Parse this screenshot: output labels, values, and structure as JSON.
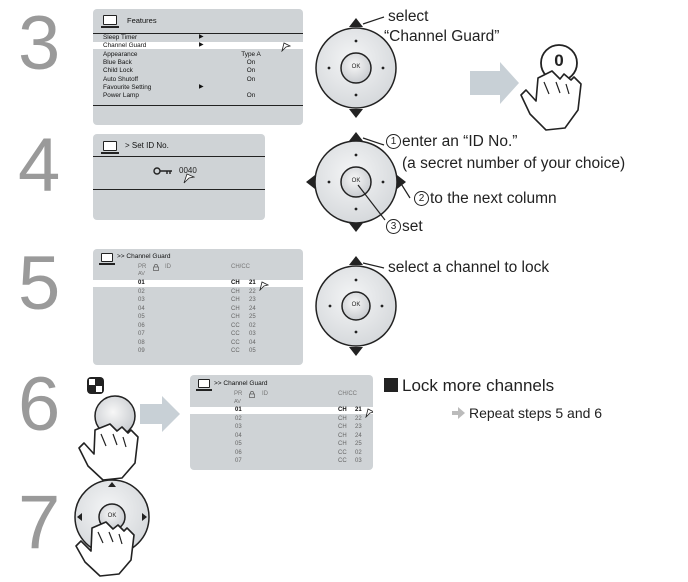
{
  "steps": {
    "s3": {
      "number": "3",
      "screen": {
        "title": "Features",
        "items": [
          {
            "label": "Sleep Timer",
            "value": "",
            "arrow": "▶"
          },
          {
            "label": "Channel Guard",
            "value": "",
            "arrow": "▶"
          },
          {
            "label": "Appearance",
            "value": "Type A",
            "arrow": ""
          },
          {
            "label": "Blue Back",
            "value": "On",
            "arrow": ""
          },
          {
            "label": "Child Lock",
            "value": "On",
            "arrow": ""
          },
          {
            "label": "Auto Shutoff",
            "value": "On",
            "arrow": ""
          },
          {
            "label": "Favourite Setting",
            "value": "",
            "arrow": "▶"
          },
          {
            "label": "Power Lamp",
            "value": "On",
            "arrow": ""
          }
        ]
      },
      "instruction_line1": "select",
      "instruction_line2": "“Channel Guard”",
      "button_label": "0"
    },
    "s4": {
      "number": "4",
      "screen": {
        "title": "> Set ID No.",
        "value": "0040"
      },
      "instructions": [
        {
          "marker": "1",
          "text": "enter an “ID No.”"
        },
        {
          "marker": "",
          "text": "(a secret number of your choice)"
        },
        {
          "marker": "2",
          "text": "to the next column"
        },
        {
          "marker": "3",
          "text": "set"
        }
      ],
      "ok_label": "OK"
    },
    "s5": {
      "number": "5",
      "screen": {
        "title": ">> Channel Guard",
        "col_pr": "PR",
        "col_av": "AV",
        "col_id": "ID",
        "col_chcc": "CH/CC",
        "rows": [
          {
            "pr": "01",
            "type": "CH",
            "num": "21"
          },
          {
            "pr": "02",
            "type": "CH",
            "num": "22"
          },
          {
            "pr": "03",
            "type": "CH",
            "num": "23"
          },
          {
            "pr": "04",
            "type": "CH",
            "num": "24"
          },
          {
            "pr": "05",
            "type": "CH",
            "num": "25"
          },
          {
            "pr": "06",
            "type": "CC",
            "num": "02"
          },
          {
            "pr": "07",
            "type": "CC",
            "num": "03"
          },
          {
            "pr": "08",
            "type": "CC",
            "num": "04"
          },
          {
            "pr": "09",
            "type": "CC",
            "num": "05"
          }
        ]
      },
      "instruction": "select a channel to lock",
      "ok_label": "OK"
    },
    "s6": {
      "number": "6",
      "screen": {
        "title": ">> Channel Guard",
        "col_pr": "PR",
        "col_av": "AV",
        "col_id": "ID",
        "col_chcc": "CH/CC",
        "rows": [
          {
            "pr": "01",
            "type": "CH",
            "num": "21"
          },
          {
            "pr": "02",
            "type": "CH",
            "num": "22"
          },
          {
            "pr": "03",
            "type": "CH",
            "num": "23"
          },
          {
            "pr": "04",
            "type": "CH",
            "num": "24"
          },
          {
            "pr": "05",
            "type": "CH",
            "num": "25"
          },
          {
            "pr": "06",
            "type": "CC",
            "num": "02"
          },
          {
            "pr": "07",
            "type": "CC",
            "num": "03"
          }
        ]
      },
      "heading": "Lock more channels",
      "subtext": "Repeat steps 5 and 6"
    },
    "s7": {
      "number": "7",
      "ok_label": "OK"
    }
  },
  "colors": {
    "screen_bg": "#cfd3d6",
    "step_number": "#9a9a9a",
    "arrow": "#c8d0d6",
    "pad": "#e4e6e8"
  }
}
